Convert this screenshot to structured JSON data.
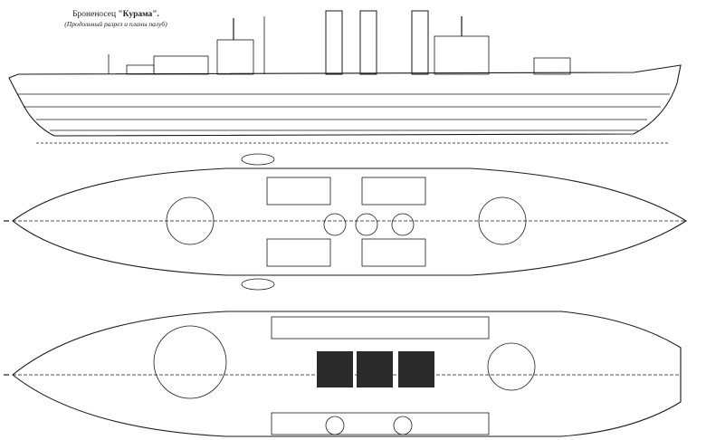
{
  "drawing": {
    "title_prefix": "Броненосец ",
    "ship_name": "\"Курама\".",
    "subtitle": "(Продольный разрез и планы палуб)"
  },
  "views": [
    {
      "name": "longitudinal-section"
    },
    {
      "name": "upper-deck-plan"
    },
    {
      "name": "lower-deck-plan"
    }
  ],
  "colors": {
    "ink": "#1a1a1a",
    "paper": "#ffffff",
    "machinery": "#2a2a2a"
  }
}
